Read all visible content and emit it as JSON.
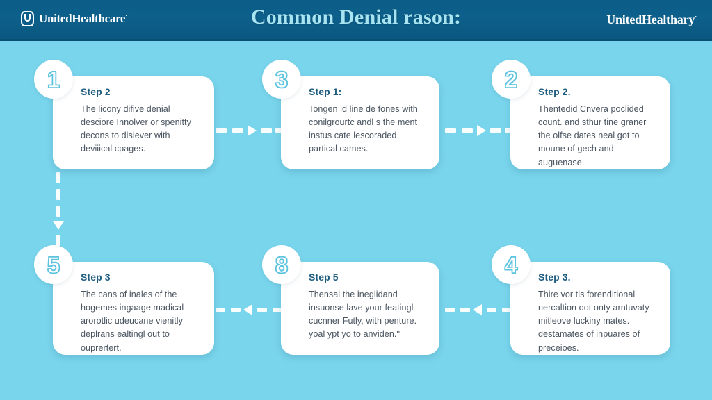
{
  "header": {
    "title": "Common Denial rason:",
    "brand_left": "UnitedHealthcare",
    "brand_left_mark": "uhc-u-logo",
    "brand_right": "UnitedHealthary",
    "registered_mark": "·",
    "bar_color": "#0d608b",
    "title_color": "#a8e4f2"
  },
  "canvas": {
    "background_color": "#79d5ec",
    "card_color": "#ffffff",
    "accent_color": "#5ec3de",
    "title_color": "#1e5d80",
    "body_color": "#4a5560"
  },
  "cards": [
    {
      "badge": "1",
      "title": "Step 2",
      "body": "The licony difive denial desciore Innolver or spenitty decons to disiever with deviiical cpages."
    },
    {
      "badge": "3",
      "title": "Step 1:",
      "body": "Tongen id line de fones with conilgrourtc andl s the ment instus cate lescoraded partical cames."
    },
    {
      "badge": "2",
      "title": "Step 2.",
      "body": "Thentedid Cnvera poclided count. and sthur tine graner the olfse dates neal got to moune of gech and auguenase."
    },
    {
      "badge": "5",
      "title": "Step 3",
      "body": "The cans of inales of the hogemes ingaage madical arorotlic udeucane vienitly deplrans ealtingl out to ouprertert."
    },
    {
      "badge": "8",
      "title": "Step 5",
      "body": "Thensal the ineglidand insuonse lave your featingl cucnner Futly, with penture. yoal ypt yo to anviden.ʺ"
    },
    {
      "badge": "4",
      "title": "Step 3.",
      "body": "Thire vor tis forenditional nercaltion oot onty arntuvaty mitleove luckiny mates. destamates of inpuares of preceioes."
    }
  ],
  "connectors": [
    {
      "name": "connector-card1-to-card2",
      "direction": "right"
    },
    {
      "name": "connector-card2-to-card3",
      "direction": "right"
    },
    {
      "name": "connector-card1-to-card4",
      "direction": "down"
    },
    {
      "name": "connector-card5-to-card4",
      "direction": "left"
    },
    {
      "name": "connector-card6-to-card5",
      "direction": "left"
    }
  ]
}
